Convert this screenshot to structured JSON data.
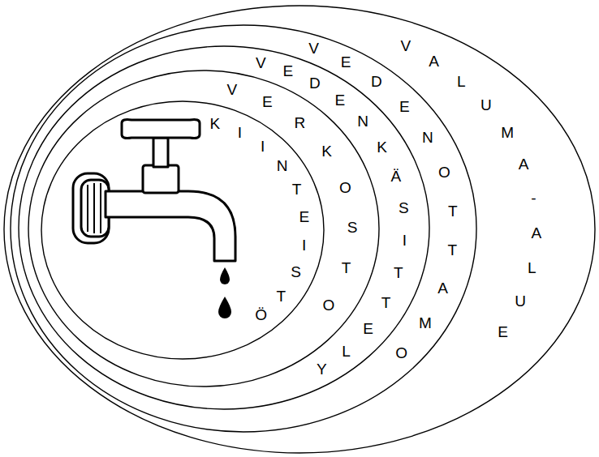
{
  "diagram": {
    "nodes": [
      {
        "text": [
          "VALUMA-ALUE"
        ]
      },
      {
        "text": [
          "VEDENOTTAMO"
        ],
        "in": 0
      },
      {
        "text": [
          "VEDENKÄSITTELY"
        ],
        "in": 1
      },
      {
        "text": [
          "VERKOSTO"
        ],
        "in": 2
      },
      {
        "text": [
          "KIINTEISTÖ"
        ],
        "in": 3
      }
    ]
  }
}
